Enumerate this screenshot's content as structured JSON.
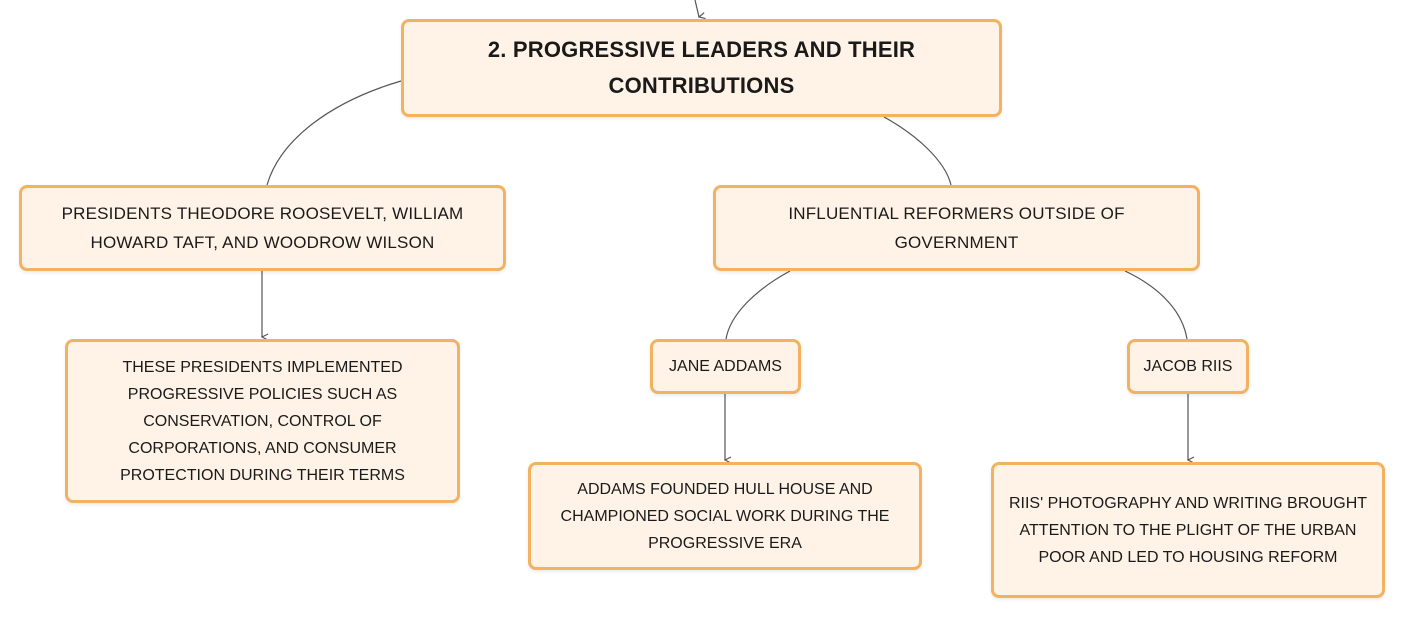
{
  "diagram": {
    "root": {
      "label": "2. PROGRESSIVE LEADERS AND THEIR CONTRIBUTIONS"
    },
    "nodes": {
      "presidents": "PRESIDENTS THEODORE ROOSEVELT, WILLIAM HOWARD TAFT, AND WOODROW WILSON",
      "presidents_desc": "THESE PRESIDENTS IMPLEMENTED PROGRESSIVE POLICIES SUCH AS CONSERVATION, CONTROL OF CORPORATIONS, AND CONSUMER PROTECTION DURING THEIR TERMS",
      "reformers": "INFLUENTIAL REFORMERS OUTSIDE OF GOVERNMENT",
      "addams": "JANE ADDAMS",
      "addams_desc": "ADDAMS FOUNDED HULL HOUSE AND CHAMPIONED SOCIAL WORK DURING THE PROGRESSIVE ERA",
      "riis": "JACOB RIIS",
      "riis_desc": "RIIS' PHOTOGRAPHY AND WRITING BROUGHT ATTENTION TO THE PLIGHT OF THE URBAN POOR AND LED TO HOUSING REFORM"
    },
    "colors": {
      "node_fill": "#fef3e6",
      "node_border": "#f2b25f",
      "connector": "#555555"
    }
  }
}
